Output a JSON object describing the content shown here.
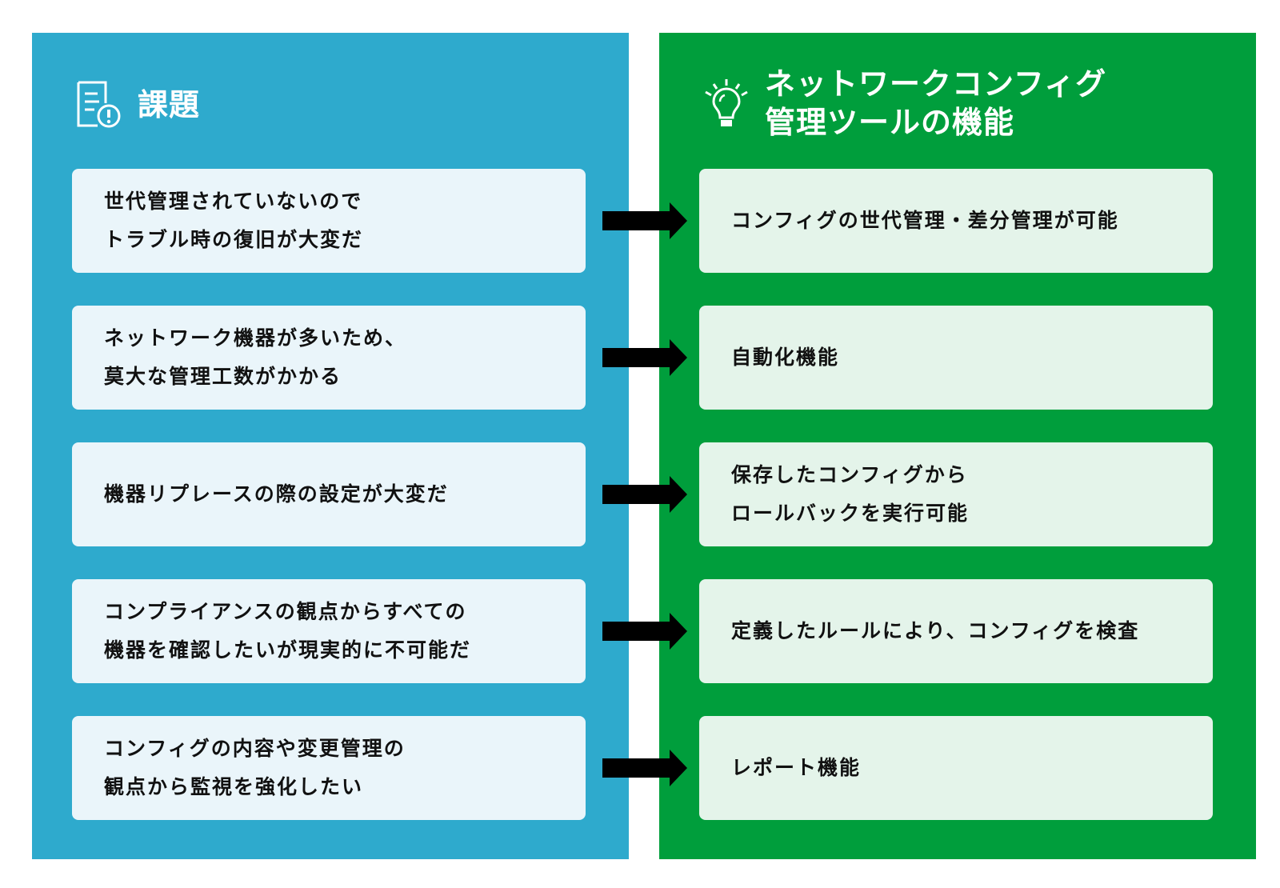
{
  "left_panel": {
    "title": "課題",
    "icon": "document-warning-icon",
    "color": "#2eaacd",
    "items": [
      {
        "text": "世代管理されていないので\nトラブル時の復旧が大変だ"
      },
      {
        "text": "ネットワーク機器が多いため、\n莫大な管理工数がかかる"
      },
      {
        "text": "機器リプレースの際の設定が大変だ"
      },
      {
        "text": "コンプライアンスの観点からすべての\n機器を確認したいが現実的に不可能だ"
      },
      {
        "text": "コンフィグの内容や変更管理の\n観点から監視を強化したい"
      }
    ]
  },
  "right_panel": {
    "title": "ネットワークコンフィグ\n管理ツールの機能",
    "icon": "lightbulb-icon",
    "color": "#009e3c",
    "items": [
      {
        "text": "コンフィグの世代管理・差分管理が可能"
      },
      {
        "text": "自動化機能"
      },
      {
        "text": "保存したコンフィグから\nロールバックを実行可能"
      },
      {
        "text": "定義したルールにより、コンフィグを検査"
      },
      {
        "text": "レポート機能"
      }
    ]
  },
  "arrows": [
    {
      "from": 0,
      "to": 0
    },
    {
      "from": 1,
      "to": 1
    },
    {
      "from": 2,
      "to": 2
    },
    {
      "from": 3,
      "to": 3
    },
    {
      "from": 4,
      "to": 4
    }
  ]
}
